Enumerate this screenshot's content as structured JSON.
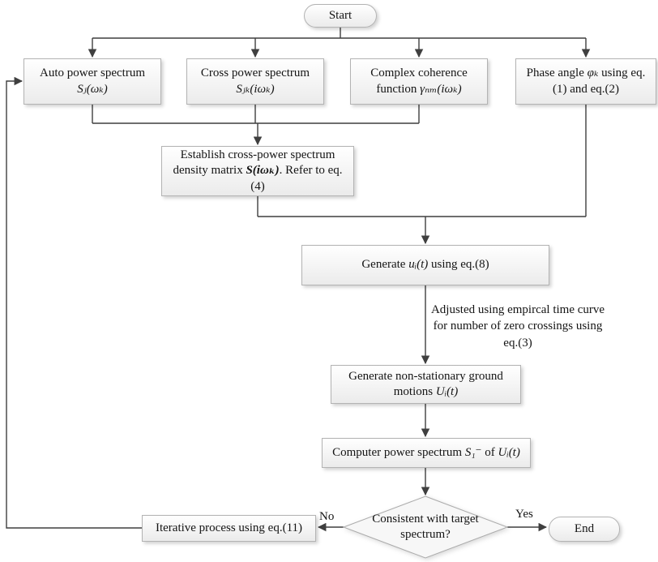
{
  "diagram": {
    "start_label": "Start",
    "end_label": "End",
    "nodes": {
      "auto_power": {
        "line1": "Auto power spectrum",
        "formula": "Sⱼ(ωₖ)"
      },
      "cross_power": {
        "line1": "Cross power spectrum",
        "formula": "Sⱼₖ(iωₖ)"
      },
      "coherence": {
        "text1": "Complex coherence function ",
        "formula": "γₙₘ(iωₖ)"
      },
      "phase_angle": {
        "text1": "Phase angle ",
        "formula": "φₖ",
        "text2": " using eq.(1) and eq.(2)"
      },
      "establish": {
        "text1": "Establish cross-power spectrum density matrix ",
        "formula": "S(iωₖ)",
        "text2": ". Refer to eq.(4)"
      },
      "generate_u": {
        "text1": "Generate ",
        "formula": "uᵢ(t)",
        "text2": " using eq.(8)"
      },
      "generate_big_u": {
        "text1": "Generate non-stationary ground motions ",
        "formula": "Uᵢ(t)"
      },
      "compute": {
        "text1": "Computer power spectrum ",
        "formula1": "S₁⁻",
        "text2": " of ",
        "formula2": "Uᵢ(t)"
      },
      "decision": "Consistent with target spectrum?",
      "iterative": "Iterative process using eq.(11)"
    },
    "annotations": {
      "adjust_note": "Adjusted using empircal time curve for number of zero crossings using eq.(3)"
    },
    "edge_labels": {
      "no": "No",
      "yes": "Yes"
    },
    "colors": {
      "line": "#3f3f3f",
      "box_border": "#b3b3b3",
      "box_fill_top": "#ffffff",
      "box_fill_bottom": "#ebebeb",
      "text": "#141414"
    }
  }
}
